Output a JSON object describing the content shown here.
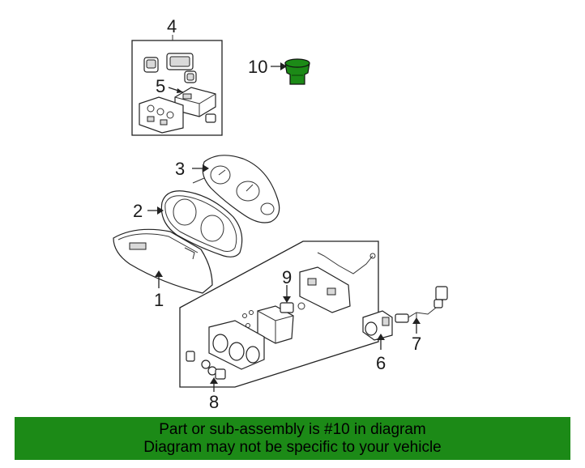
{
  "callouts": {
    "c1": "1",
    "c2": "2",
    "c3": "3",
    "c4": "4",
    "c5": "5",
    "c6": "6",
    "c7": "7",
    "c8": "8",
    "c9": "9",
    "c10": "10"
  },
  "highlight_color": "#1c8a17",
  "banner": {
    "line1": "Part or sub-assembly is #10 in diagram",
    "line2": "Diagram may not be specific to your vehicle"
  }
}
